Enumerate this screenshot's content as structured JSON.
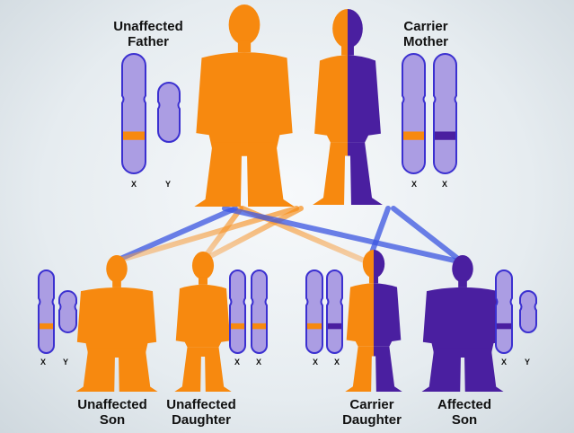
{
  "colors": {
    "unaffected": "#f7890f",
    "affected": "#4a1fa0",
    "chromosome_fill": "#ab9de3",
    "chromosome_stroke": "#3b30d0",
    "line_blue": "#3b55e0"
  },
  "parents": {
    "father": {
      "title_line1": "Unaffected",
      "title_line2": "Father",
      "chromosome_labels": [
        "X",
        "Y"
      ]
    },
    "mother": {
      "title_line1": "Carrier",
      "title_line2": "Mother",
      "chromosome_labels": [
        "X",
        "X"
      ]
    }
  },
  "children": [
    {
      "line1": "Unaffected",
      "line2": "Son",
      "chromosome_labels": [
        "X",
        "Y"
      ]
    },
    {
      "line1": "Unaffected",
      "line2": "Daughter",
      "chromosome_labels": [
        "X",
        "X"
      ]
    },
    {
      "line1": "Carrier",
      "line2": "Daughter",
      "chromosome_labels": [
        "X",
        "X"
      ]
    },
    {
      "line1": "Affected",
      "line2": "Son",
      "chromosome_labels": [
        "X",
        "Y"
      ]
    }
  ]
}
